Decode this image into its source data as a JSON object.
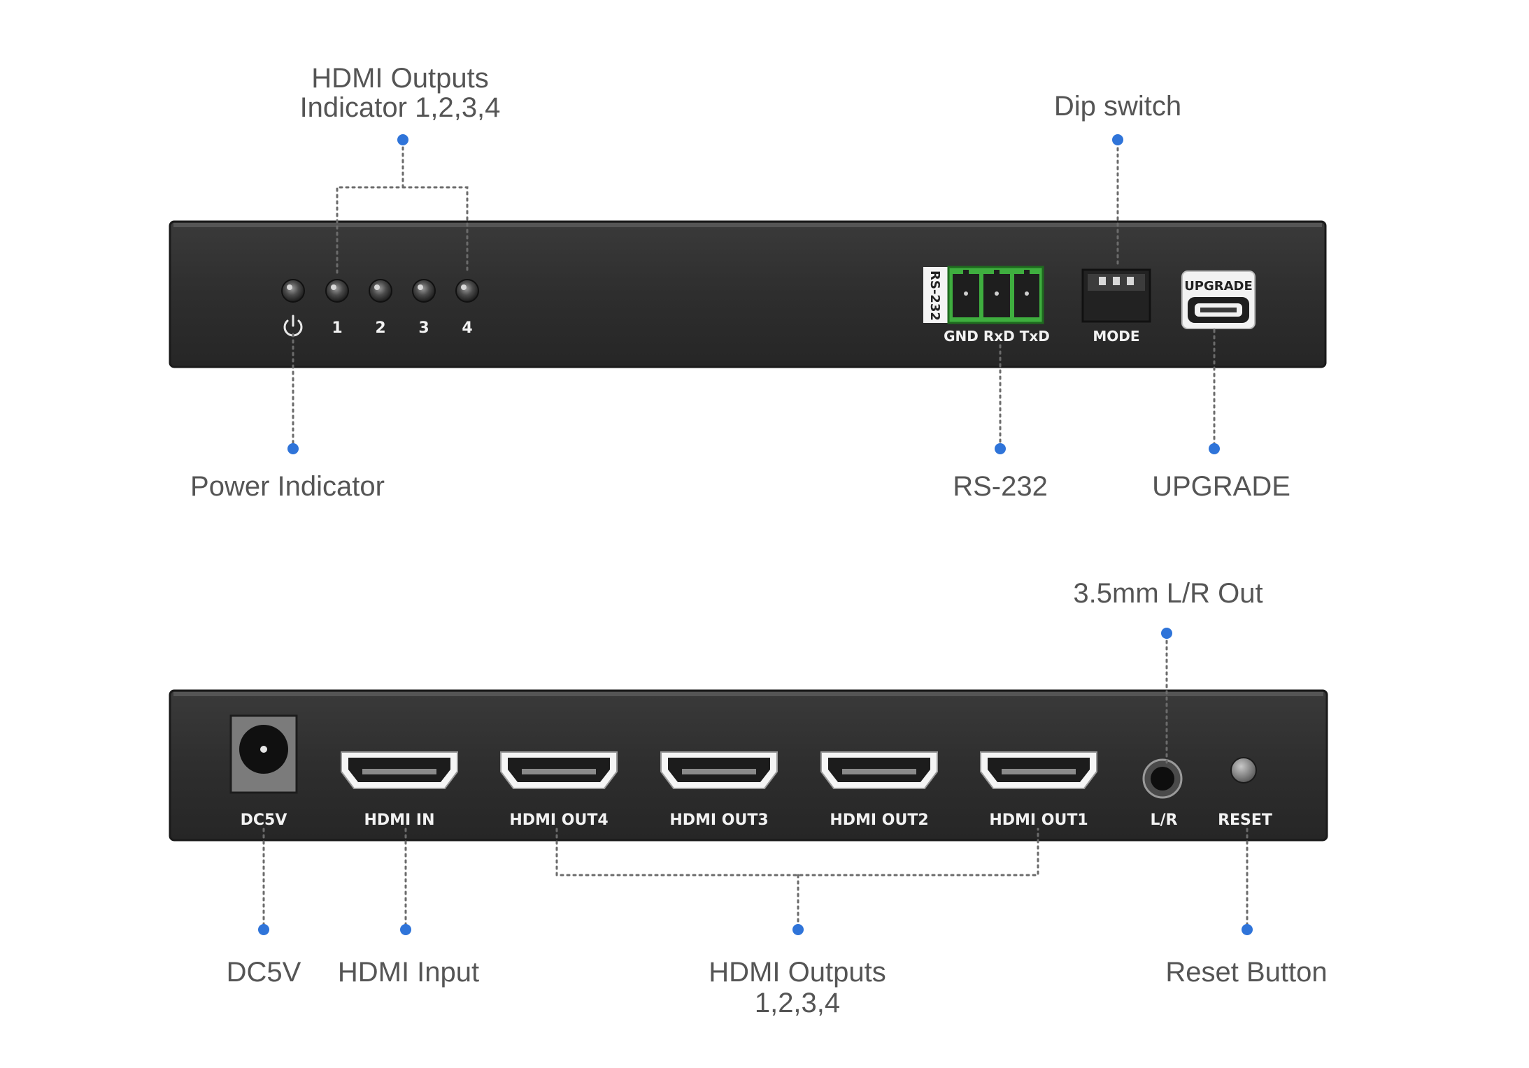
{
  "colors": {
    "panel": "#2f2f2f",
    "panel_edge": "#1c1c1c",
    "dot": "#2f74d9",
    "leader": "#6b6b6b",
    "label": "#555555",
    "terminal_green": "#3fae3f"
  },
  "front_panel": {
    "led_labels": [
      "1",
      "2",
      "3",
      "4"
    ],
    "power_icon": "power-icon",
    "rs232_vertical_label": "RS-232",
    "rs232_pins_label": "GND RxD TxD",
    "mode_label": "MODE",
    "upgrade_port_label": "UPGRADE"
  },
  "rear_panel": {
    "dc_label": "DC5V",
    "hdmi_in_label": "HDMI IN",
    "hdmi_out_labels": [
      "HDMI OUT4",
      "HDMI OUT3",
      "HDMI OUT2",
      "HDMI OUT1"
    ],
    "lr_label": "L/R",
    "reset_label": "RESET"
  },
  "callouts": {
    "hdmi_outputs_indicator": [
      "HDMI Outputs",
      "Indicator 1,2,3,4"
    ],
    "dip_switch": "Dip switch",
    "power_indicator": "Power Indicator",
    "rs232": "RS-232",
    "upgrade": "UPGRADE",
    "audio_out": "3.5mm L/R Out",
    "dc5v": "DC5V",
    "hdmi_input": "HDMI Input",
    "hdmi_outputs": [
      "HDMI Outputs",
      "1,2,3,4"
    ],
    "reset_button": "Reset Button"
  }
}
